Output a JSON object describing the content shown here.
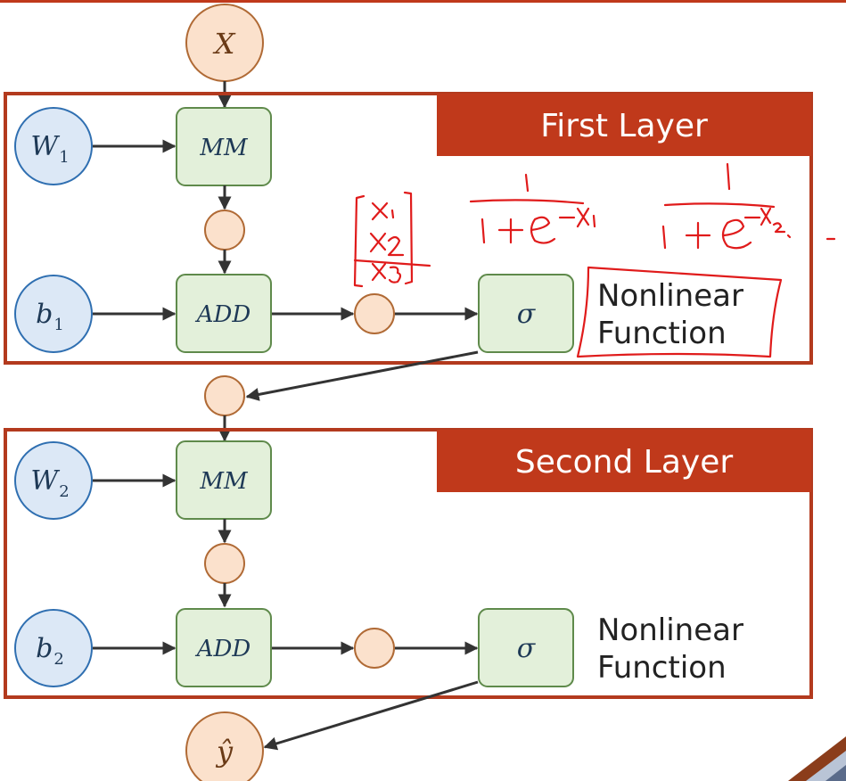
{
  "input": {
    "label": "X"
  },
  "output": {
    "label": "ŷ"
  },
  "layers": [
    {
      "title": "First Layer",
      "weight": {
        "base": "W",
        "sub": "1"
      },
      "bias": {
        "base": "b",
        "sub": "1"
      },
      "mm_label": "MM",
      "add_label": "ADD",
      "activation_label": "σ",
      "nonlinear_line1": "Nonlinear",
      "nonlinear_line2": "Function"
    },
    {
      "title": "Second Layer",
      "weight": {
        "base": "W",
        "sub": "2"
      },
      "bias": {
        "base": "b",
        "sub": "2"
      },
      "mm_label": "MM",
      "add_label": "ADD",
      "activation_label": "σ",
      "nonlinear_line1": "Nonlinear",
      "nonlinear_line2": "Function"
    }
  ],
  "annotations": {
    "ink_color": "#e01b1b",
    "vector_entries": [
      "x1",
      "x2",
      "x3"
    ],
    "sigmoid_x1": "1 / (1+e^-x1)",
    "sigmoid_x2": "1 / (1+e^-x2)"
  },
  "colors": {
    "frame": "#b33a1e",
    "banner": "#c0391b",
    "param_node_fill": "#dce8f6",
    "value_node_fill": "#fbe1cc",
    "op_box_fill": "#e3f0da"
  }
}
